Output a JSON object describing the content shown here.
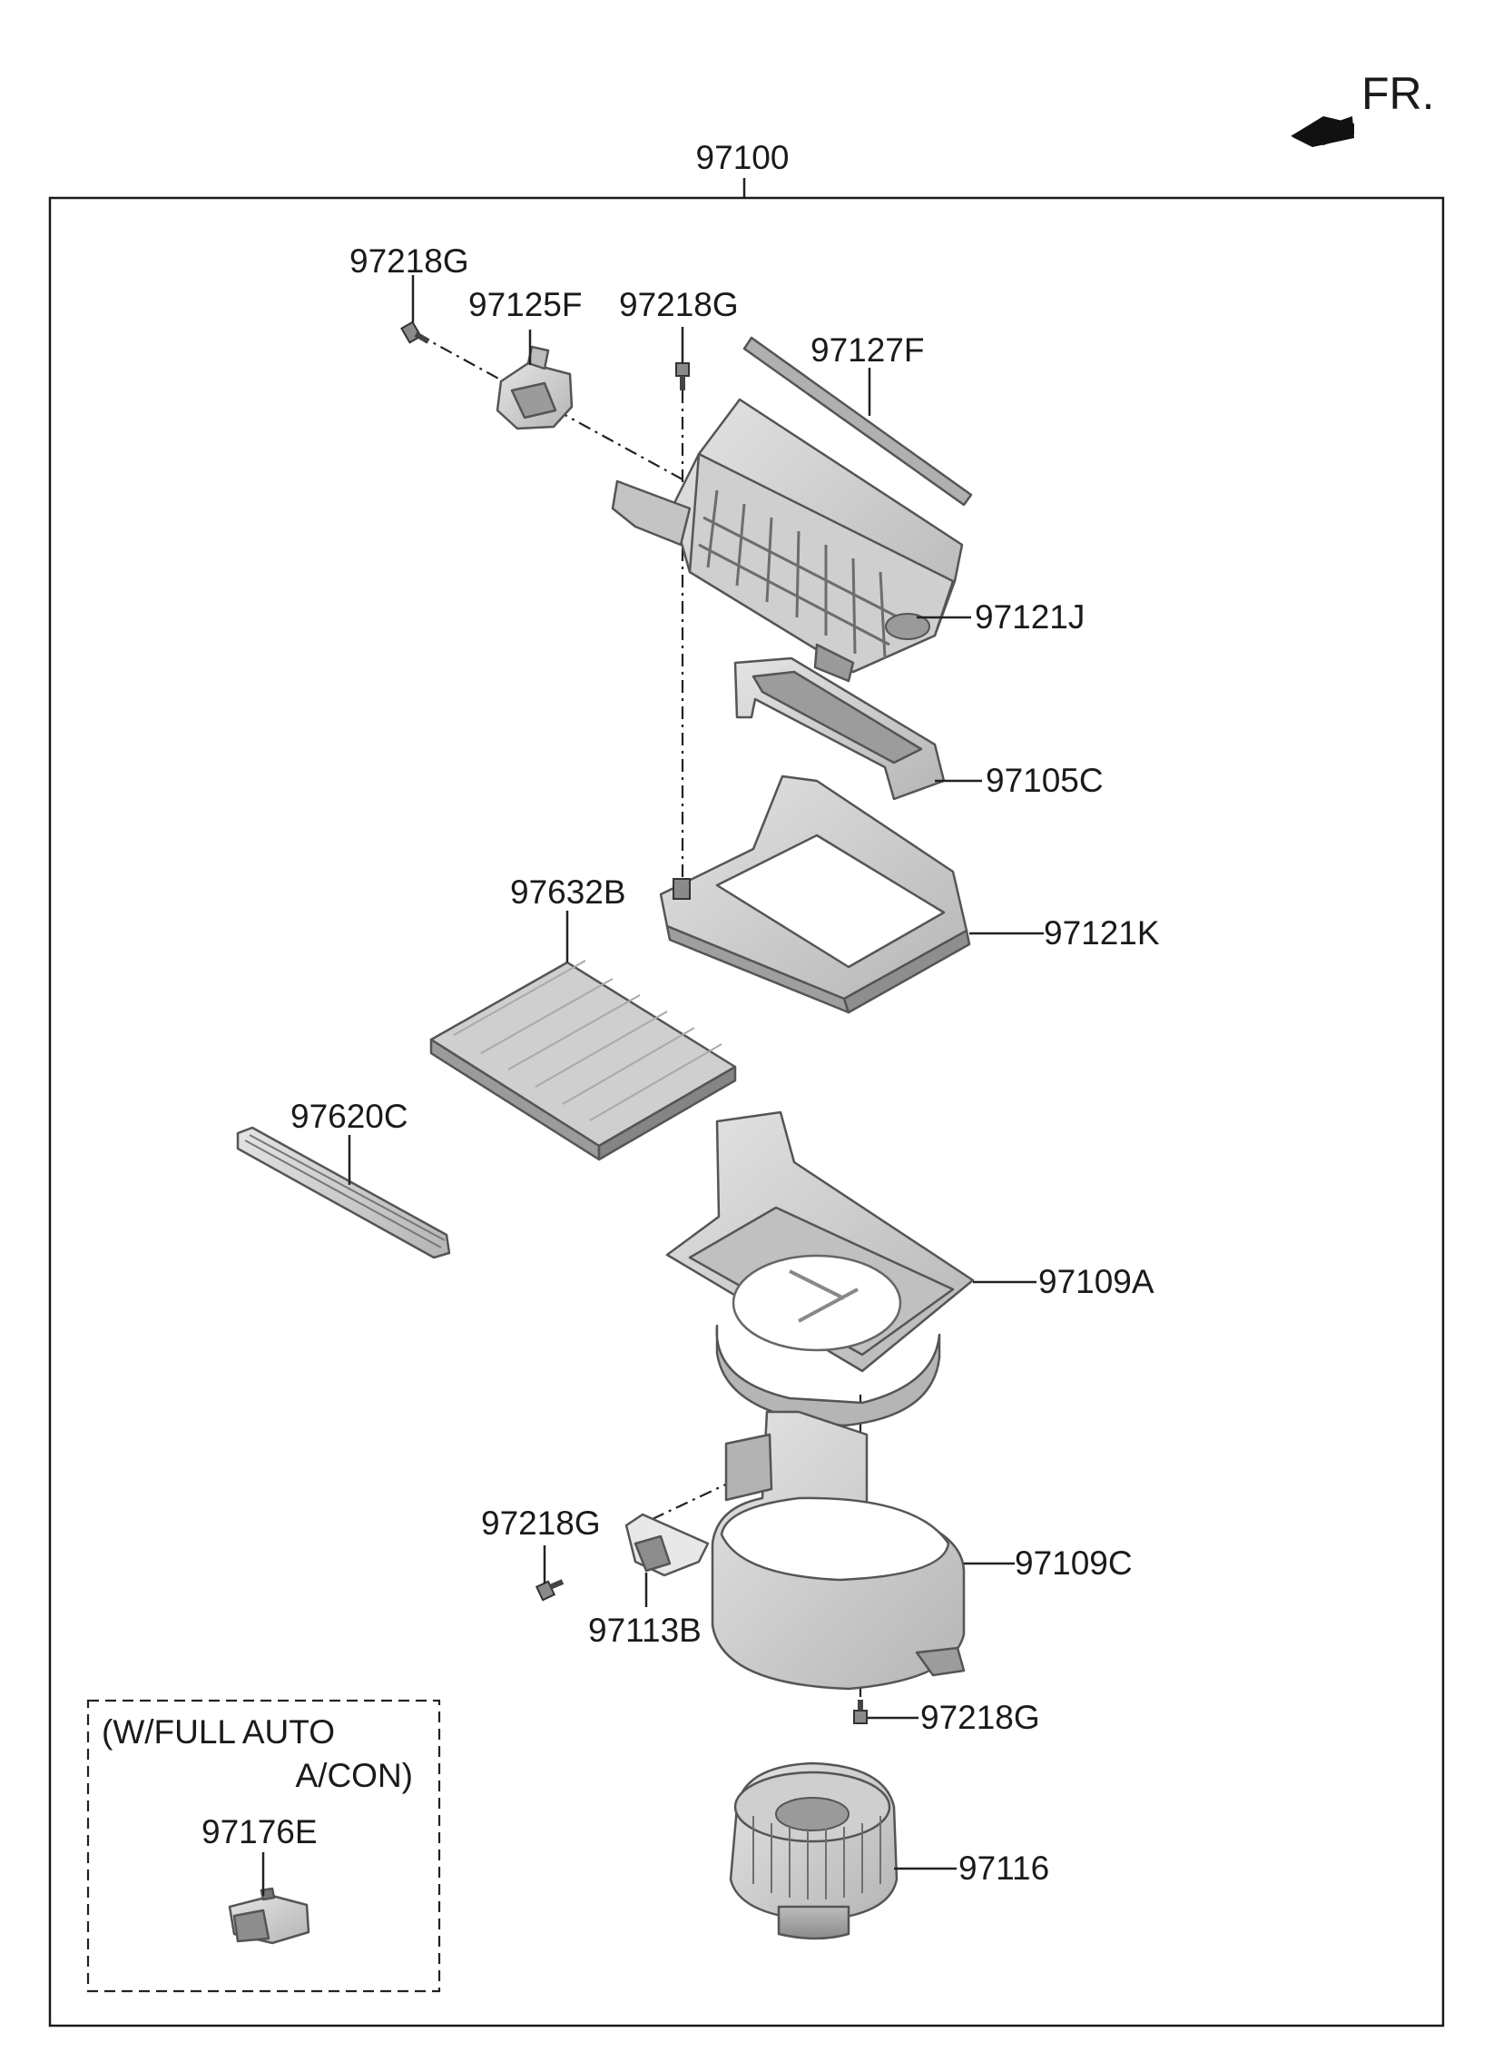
{
  "assembly_label": "97100",
  "direction_label": "FR.",
  "option_note": {
    "line1": "(W/FULL AUTO",
    "line2": "A/CON)"
  },
  "parts": [
    {
      "id": "screw_top_left",
      "number": "97218G"
    },
    {
      "id": "actuator",
      "number": "97125F"
    },
    {
      "id": "screw_top_center",
      "number": "97218G"
    },
    {
      "id": "seal",
      "number": "97127F"
    },
    {
      "id": "intake_case_upper",
      "number": "97121J"
    },
    {
      "id": "intake_door",
      "number": "97105C"
    },
    {
      "id": "intake_case_lower",
      "number": "97121K"
    },
    {
      "id": "cabin_filter",
      "number": "97632B"
    },
    {
      "id": "filter_cover",
      "number": "97620C"
    },
    {
      "id": "blower_case_upper",
      "number": "97109A"
    },
    {
      "id": "screw_resistor",
      "number": "97218G"
    },
    {
      "id": "resistor",
      "number": "97113B"
    },
    {
      "id": "blower_case_lower",
      "number": "97109C"
    },
    {
      "id": "screw_bottom",
      "number": "97218G"
    },
    {
      "id": "motor_fan",
      "number": "97116"
    },
    {
      "id": "power_transistor",
      "number": "97176E"
    }
  ],
  "colors": {
    "part_fill": "#d6d6d6",
    "part_shade": "#a8a8a8",
    "part_dark": "#7c7c7c",
    "line": "#1a1a1a"
  }
}
